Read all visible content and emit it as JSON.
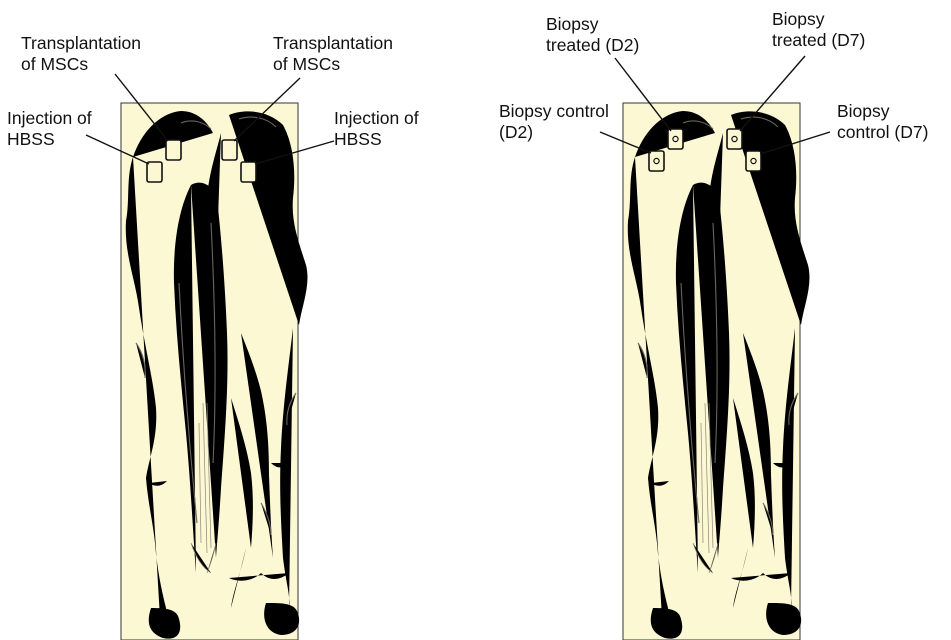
{
  "left_panel": {
    "labels": {
      "transplant_left": "Transplantation\nof MSCs",
      "transplant_right": "Transplantation\nof MSCs",
      "injection_left": "Injection of\nHBSS",
      "injection_right": "Injection of\nHBSS"
    }
  },
  "right_panel": {
    "labels": {
      "biopsy_treated_d2": "Biopsy\ntreated (D2)",
      "biopsy_treated_d7": "Biopsy\ntreated (D7)",
      "biopsy_control_d2": "Biopsy control\n(D2)",
      "biopsy_control_d7": "Biopsy\ncontrol (D7)"
    }
  },
  "colors": {
    "panel_background": "#fcf8d4",
    "ink": "#1e1c18"
  }
}
